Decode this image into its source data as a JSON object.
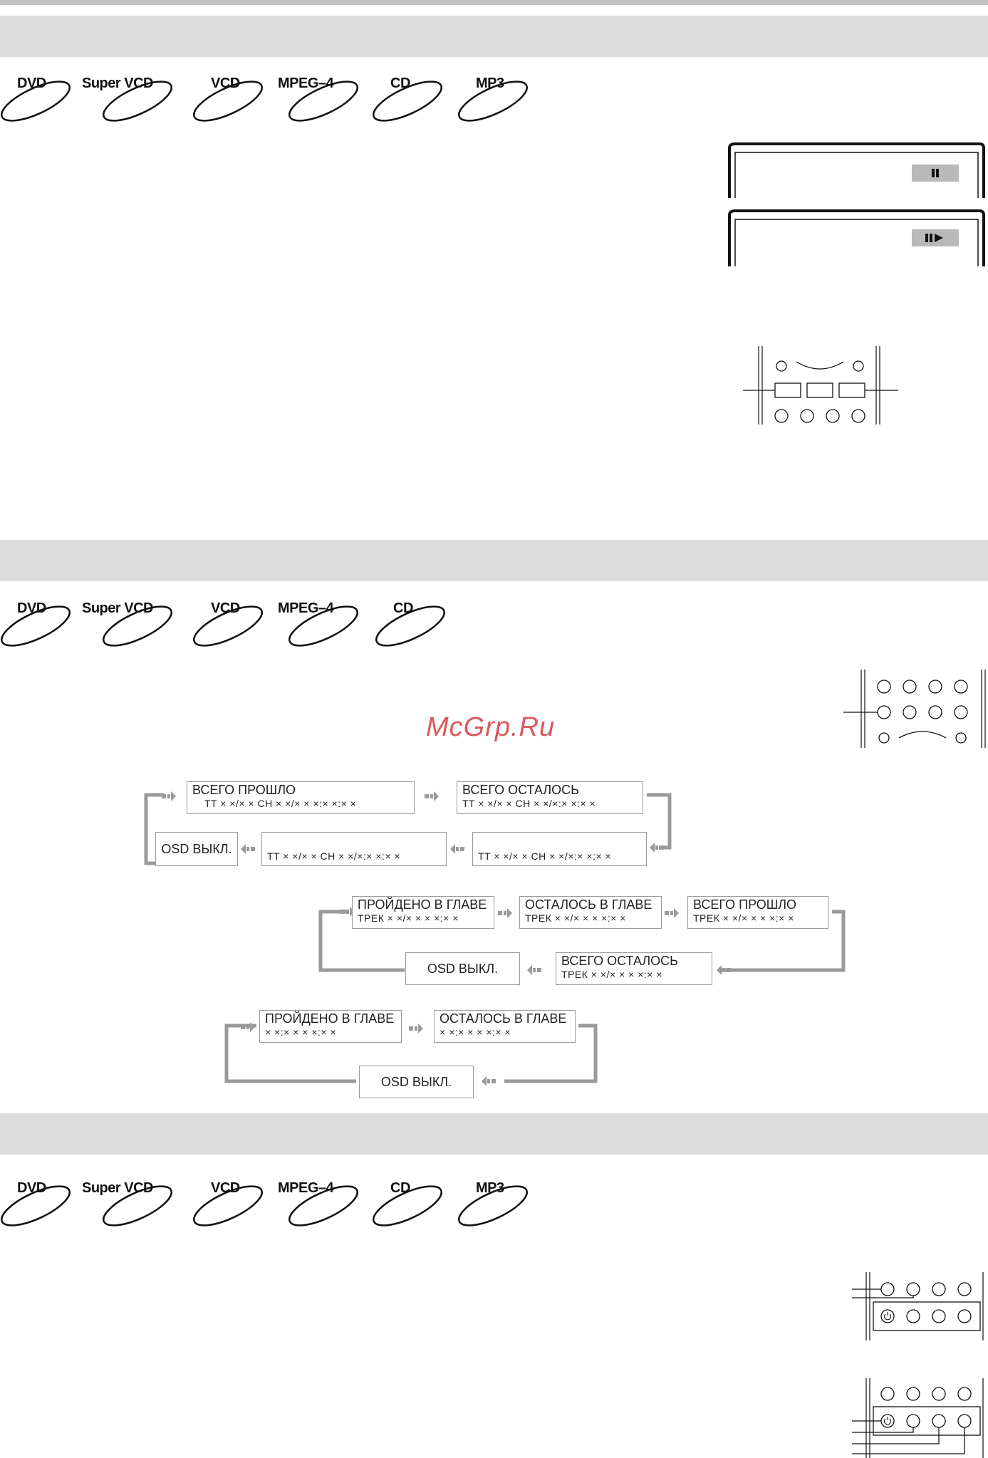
{
  "formats": {
    "row1": [
      "DVD",
      "Super VCD",
      "VCD",
      "MPEG–4",
      "CD",
      "MP3"
    ],
    "row2": [
      "DVD",
      "Super VCD",
      "VCD",
      "MPEG–4",
      "CD"
    ],
    "row3": [
      "DVD",
      "Super VCD",
      "VCD",
      "MPEG–4",
      "CD",
      "MP3"
    ]
  },
  "watermark": "McGrp.Ru",
  "flow_dvd": {
    "total_elapsed": {
      "title": "ВСЕГО ПРОШЛО",
      "value": "TT × ×/× ×  CH × ×/× ×  ×:× ×:× ×"
    },
    "total_remaining": {
      "title": "ВСЕГО ОСТАЛОСЬ",
      "value": "TT × ×/× ×  CH × ×/×:× ×:× ×"
    },
    "chapter_remaining": {
      "value": "TT × ×/× × CH × ×/×:× ×:× ×"
    },
    "chapter_elapsed": {
      "value": "TT × ×/× ×  CH × ×/×:× ×:× ×"
    },
    "osd_off": "OSD  ВЫКЛ."
  },
  "flow_cd": {
    "chapter_elapsed": {
      "title": "ПРОЙДЕНО В ГЛАВЕ",
      "value": "ТРЕК × ×/× ×  × ×:× ×"
    },
    "chapter_remaining": {
      "title": "ОСТАЛОСЬ В ГЛАВЕ",
      "value": "ТРЕК × ×/× ×  × ×:× ×"
    },
    "total_elapsed": {
      "title": "ВСЕГО ПРОШЛО",
      "value": "ТРЕК × ×/× ×  × ×:× ×"
    },
    "total_remaining": {
      "title": "ВСЕГО ОСТАЛОСЬ",
      "value": "ТРЕК × ×/× ×  × ×:× ×"
    },
    "osd_off": "OSD ВЫКЛ."
  },
  "flow_mp4": {
    "chapter_elapsed": {
      "title": "ПРОЙДЕНО В ГЛАВЕ",
      "value": "× ×:× ×  × ×:× ×"
    },
    "chapter_remaining": {
      "title": "ОСТАЛОСЬ В ГЛАВЕ",
      "value": "× ×:× ×  × ×:× ×"
    },
    "osd_off": "OSD ВЫКЛ."
  },
  "icons": {
    "pause": "pause-icon",
    "step": "pause-step-icon",
    "power": "power-icon",
    "arrow": "flow-arrow-icon"
  },
  "colors": {
    "band": "#dcdcdc",
    "box_border": "#9a9a9a",
    "arrow": "#9a9a9a",
    "watermark": "#d9585e"
  }
}
